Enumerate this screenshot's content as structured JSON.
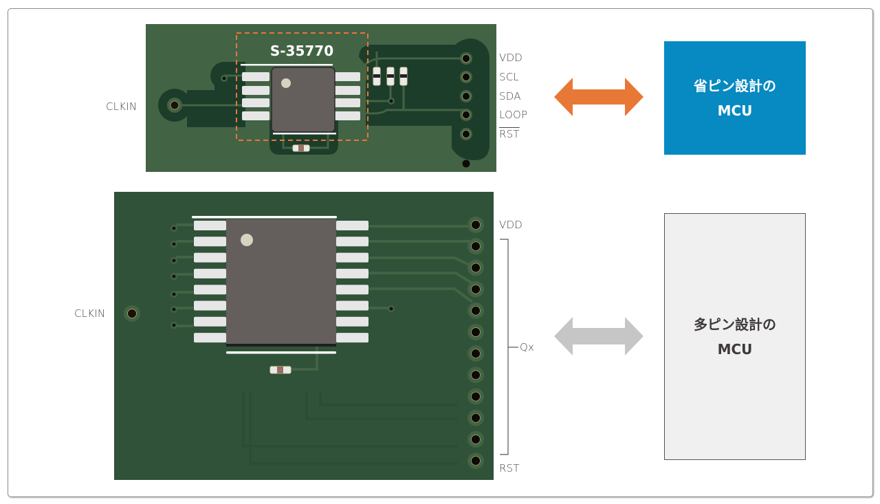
{
  "top_section": {
    "chip_label": "S-35770",
    "clkin_label": "CLKIN",
    "pins": [
      "VDD",
      "SCL",
      "SDA",
      "LOOP",
      "RST"
    ],
    "rst_overlined": true,
    "arrow_color": "#e87836",
    "mcu_line1": "省ピン設計の",
    "mcu_line2": "MCU",
    "mcu_color": "#0789c1",
    "highlight_color": "#e87836"
  },
  "bottom_section": {
    "clkin_label": "CLKIN",
    "vdd_label": "VDD",
    "qx_label": "Qx",
    "rst_label": "RST",
    "arrow_color": "#c6c6c6",
    "mcu_line1": "多ピン設計の",
    "mcu_line2": "MCU",
    "mcu_color": "#f0f0f0"
  },
  "colors": {
    "pcb_top": "#436345",
    "pcb_top_copper": "#1d3d2b",
    "pcb_bottom": "#2f5238",
    "ic_body": "#645f5d"
  }
}
